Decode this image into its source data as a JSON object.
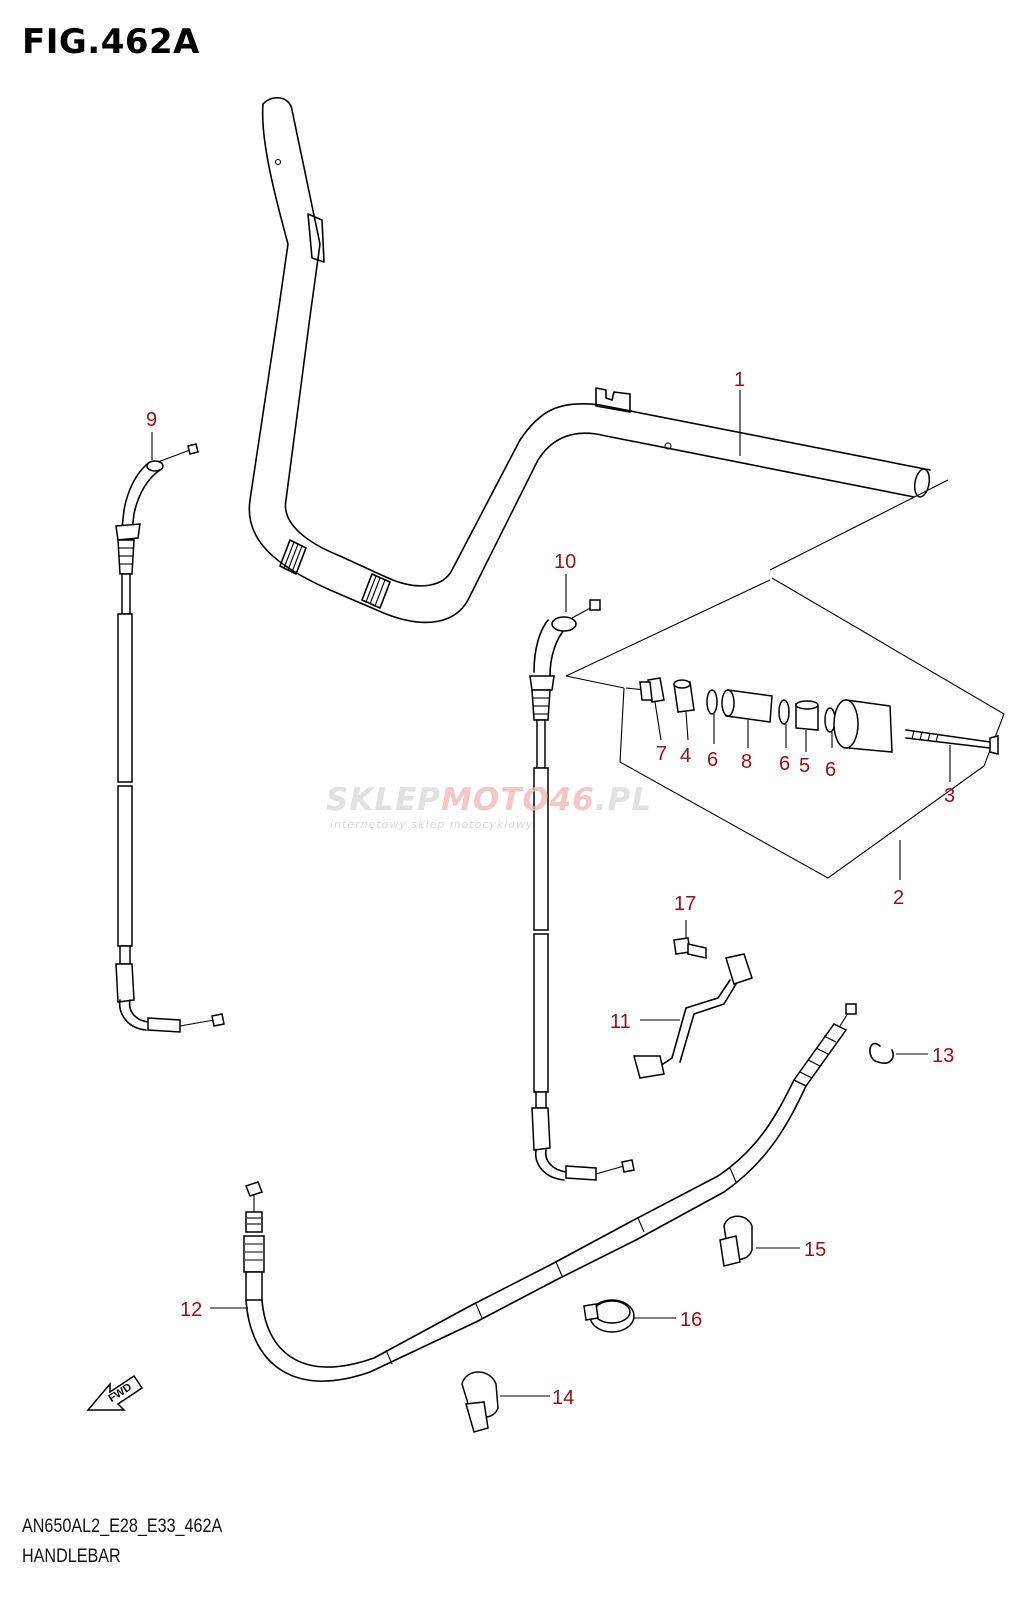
{
  "figure": {
    "title": "FIG.462A",
    "code": "AN650AL2_E28_E33_462A",
    "name": "HANDLEBAR"
  },
  "watermark": {
    "brand_part1": "SKLEP",
    "brand_part2": "MOTO46",
    "brand_part3": ".PL",
    "tagline": "internetowy sklep motocyklowy"
  },
  "direction_indicator": "FWD",
  "callouts": [
    "1",
    "2",
    "3",
    "4",
    "5",
    "6",
    "6",
    "6",
    "7",
    "8",
    "9",
    "10",
    "11",
    "12",
    "13",
    "14",
    "15",
    "16",
    "17"
  ],
  "colors": {
    "callout": "#9a1010",
    "line": "#000000",
    "watermark": "#d7d7d7"
  }
}
